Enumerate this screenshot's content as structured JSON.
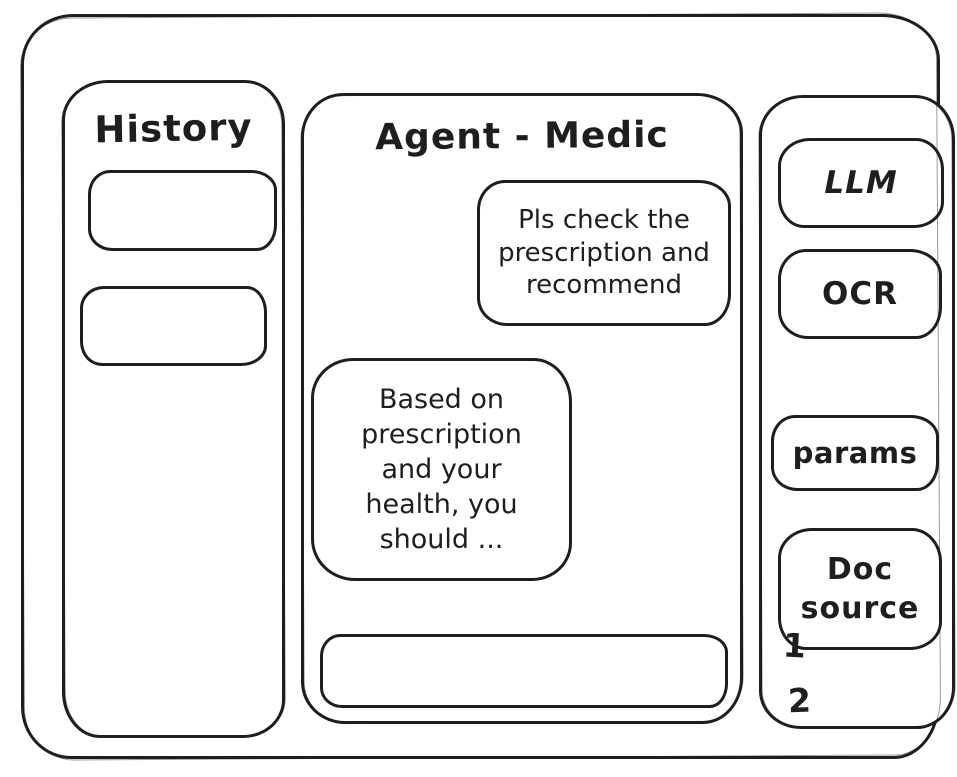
{
  "theme": {
    "ink_color": "#1e1e1e",
    "background_color": "#ffffff"
  },
  "history_panel": {
    "title": "History",
    "items": [
      {
        "label": ""
      },
      {
        "label": ""
      }
    ]
  },
  "chat_panel": {
    "title": "Agent - Medic",
    "messages": [
      {
        "role": "user",
        "text": "Pls check the prescription and recommend"
      },
      {
        "role": "assistant",
        "text": "Based on prescription and your health, you should ..."
      }
    ],
    "input": {
      "value": "",
      "placeholder": ""
    }
  },
  "tools_panel": {
    "buttons": [
      {
        "id": "llm",
        "label": "LLM"
      },
      {
        "id": "ocr",
        "label": "OCR"
      },
      {
        "id": "params",
        "label": "params"
      },
      {
        "id": "doc-source",
        "label": "Doc source"
      }
    ],
    "doc_source_items": [
      "1",
      "2"
    ]
  }
}
